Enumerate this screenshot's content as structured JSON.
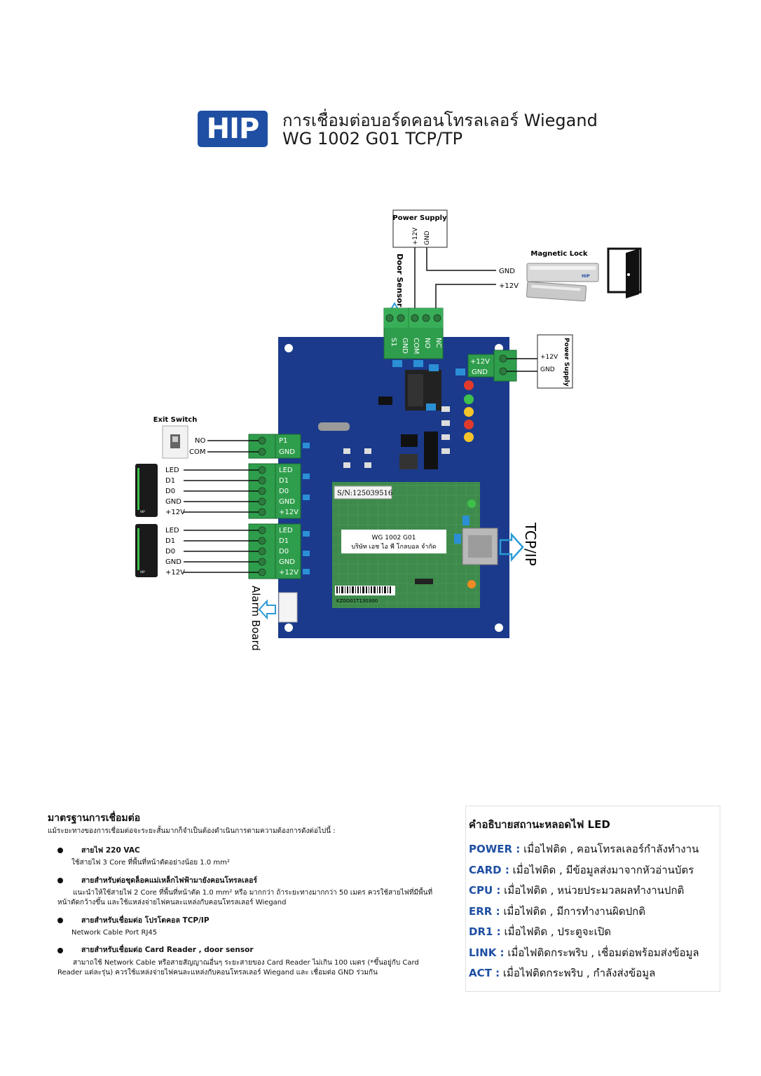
{
  "header": {
    "logo_text": "HIP",
    "title_line1": "การเชื่อมต่อบอร์ดคอนโทรลเลอร์ Wiegand",
    "title_line2": "WG 1002 G01 TCP/TP"
  },
  "diagram": {
    "power_supply_top": {
      "label": "Power Supply",
      "pin1": "+12V",
      "pin2": "GND"
    },
    "magnetic_lock": {
      "label": "Magnetic Lock",
      "gnd": "GND",
      "v12": "+12V",
      "brand": "HIP"
    },
    "door_sensor_label": "Door Sensor",
    "relay_terminals": [
      "S1",
      "GND",
      "COM",
      "NO",
      "NC"
    ],
    "power_supply_right": {
      "label": "Power Supply",
      "v12": "+12V",
      "gnd": "GND"
    },
    "exit_switch": {
      "label": "Exit Switch",
      "no": "NO",
      "com": "COM"
    },
    "p1_terminals": [
      "P1",
      "GND"
    ],
    "reader_terminals": [
      "LED",
      "D1",
      "D0",
      "GND",
      "+12V"
    ],
    "reader_brand": "HIP",
    "serial": "S/N:125039516",
    "module_model": "WG 1002 G01",
    "module_company": "บริษัท เอช ไอ พี โกลบอล จำกัด",
    "barcode_text": "KZ0G01T130300",
    "tcpip_label": "TCP/IP",
    "alarm_board_label": "Alarm Board"
  },
  "standards": {
    "title": "มาตรฐานการเชื่อมต่อ",
    "intro": "แม้ระยะทางของการเชื่อมต่อจะระยะสั้นมากก็จำเป็นต้องดำเนินการตามความต้องการดังต่อไปนี้ :",
    "items": [
      {
        "head": "สายไฟ 220 VAC",
        "desc": "ใช้สายไฟ 3 Core ที่พื้นที่หน้าตัดอย่างน้อย 1.0 mm²"
      },
      {
        "head": "สายสำหรับต่อชุดล็อคแม่เหล็กไฟฟ้ามายังคอนโทรลเลอร์",
        "desc": "แนะนำให้ใช้สายไฟ 2 Core ที่พื้นที่หน้าตัด 1.0 mm² หรือ มากกว่า ถ้าระยะทางมากกว่า 50 เมตร ควรใช้สายไฟที่มีพื้นที่หน้าตัดกว้างขึ้น และใช้แหล่งจ่ายไฟคนละแหล่งกับคอนโทรลเลอร์ Wiegand"
      },
      {
        "head": "สายสำหรับเชื่อมต่อ โปรโตคอล TCP/IP",
        "desc": "Network Cable   Port RJ45"
      },
      {
        "head": "สายสำหรับเชื่อมต่อ Card Reader , door sensor",
        "desc": "สามาถใช้ Network Cable หรือสายสัญญาณอื่นๆ ระยะสายของ Card Reader ไม่เกิน 100 เมตร (*ขึ้นอยู่กับ Card Reader แต่ละรุ่น) ควรใช้แหล่งจ่ายไฟคนละแหล่งกับคอนโทรลเลอร์ Wiegand และ เชื่อมต่อ GND ร่วมกัน"
      }
    ]
  },
  "led_status": {
    "title": "คำอธิบายสถานะหลอดไฟ LED",
    "rows": [
      {
        "key": "POWER :",
        "text": " เมื่อไฟติด , คอนโทรลเลอร์กำลังทำงาน"
      },
      {
        "key": "CARD :",
        "text": " เมื่อไฟติด , มีข้อมูลส่งมาจากหัวอ่านบัตร"
      },
      {
        "key": "CPU :",
        "text": " เมื่อไฟติด , หน่วยประมวลผลทำงานปกติ"
      },
      {
        "key": "ERR :",
        "text": " เมื่อไฟติด , มีการทำงานผิดปกติ"
      },
      {
        "key": "DR1 :",
        "text": " เมื่อไฟติด , ประตูจะเปิด"
      },
      {
        "key": "LINK :",
        "text": " เมื่อไฟติดกระพริบ , เชื่อมต่อพร้อมส่งข้อมูล"
      },
      {
        "key": "ACT :",
        "text": " เมื่อไฟติดกระพริบ , กำลังส่งข้อมูล"
      }
    ],
    "key_color": "#1f4fa3"
  },
  "colors": {
    "pcb": "#1b3a8c",
    "terminal": "#2f9e4c",
    "module": "#3e8a4c",
    "arrow": "#2b9bd6",
    "brand": "#1f4fa3"
  }
}
